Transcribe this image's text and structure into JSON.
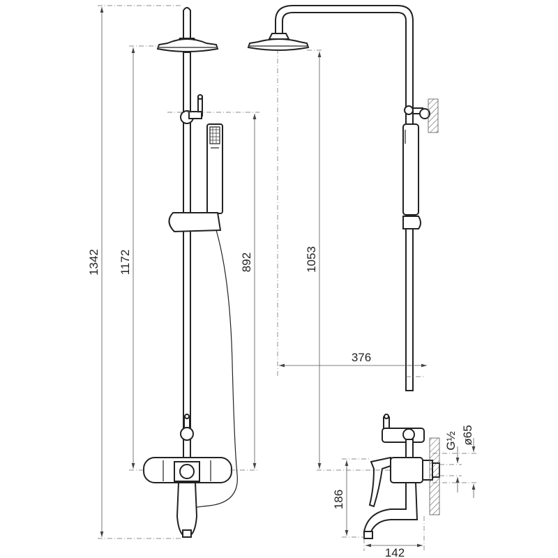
{
  "dimensions": {
    "total_height": "1342",
    "height_to_head": "1172",
    "bar_length": "892",
    "arm_height": "1053",
    "arm_reach": "376",
    "spout_height": "186",
    "spout_reach": "142",
    "thread_size": "G½",
    "flange_diameter": "ø65"
  }
}
